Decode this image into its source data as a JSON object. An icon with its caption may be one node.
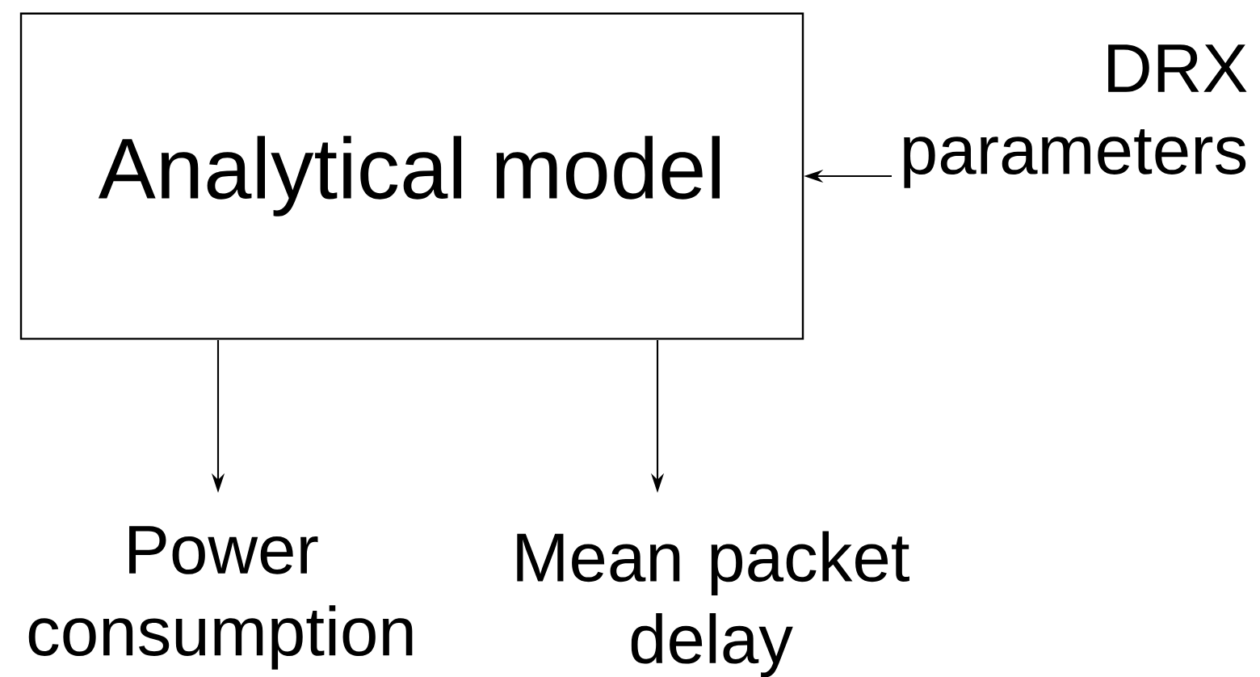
{
  "diagram": {
    "nodes": [
      {
        "text": [
          "Analytical model"
        ]
      },
      {
        "text": [
          "DRX parameters"
        ]
      },
      {
        "text": [
          "Power consumption"
        ]
      },
      {
        "text": [
          "Mean packet delay"
        ]
      }
    ],
    "edges": [
      {
        "from": 1,
        "to": 0,
        "arrow": "to"
      },
      {
        "from": 0,
        "to": 2,
        "arrow": "to"
      },
      {
        "from": 0,
        "to": 3,
        "arrow": "to"
      }
    ]
  }
}
